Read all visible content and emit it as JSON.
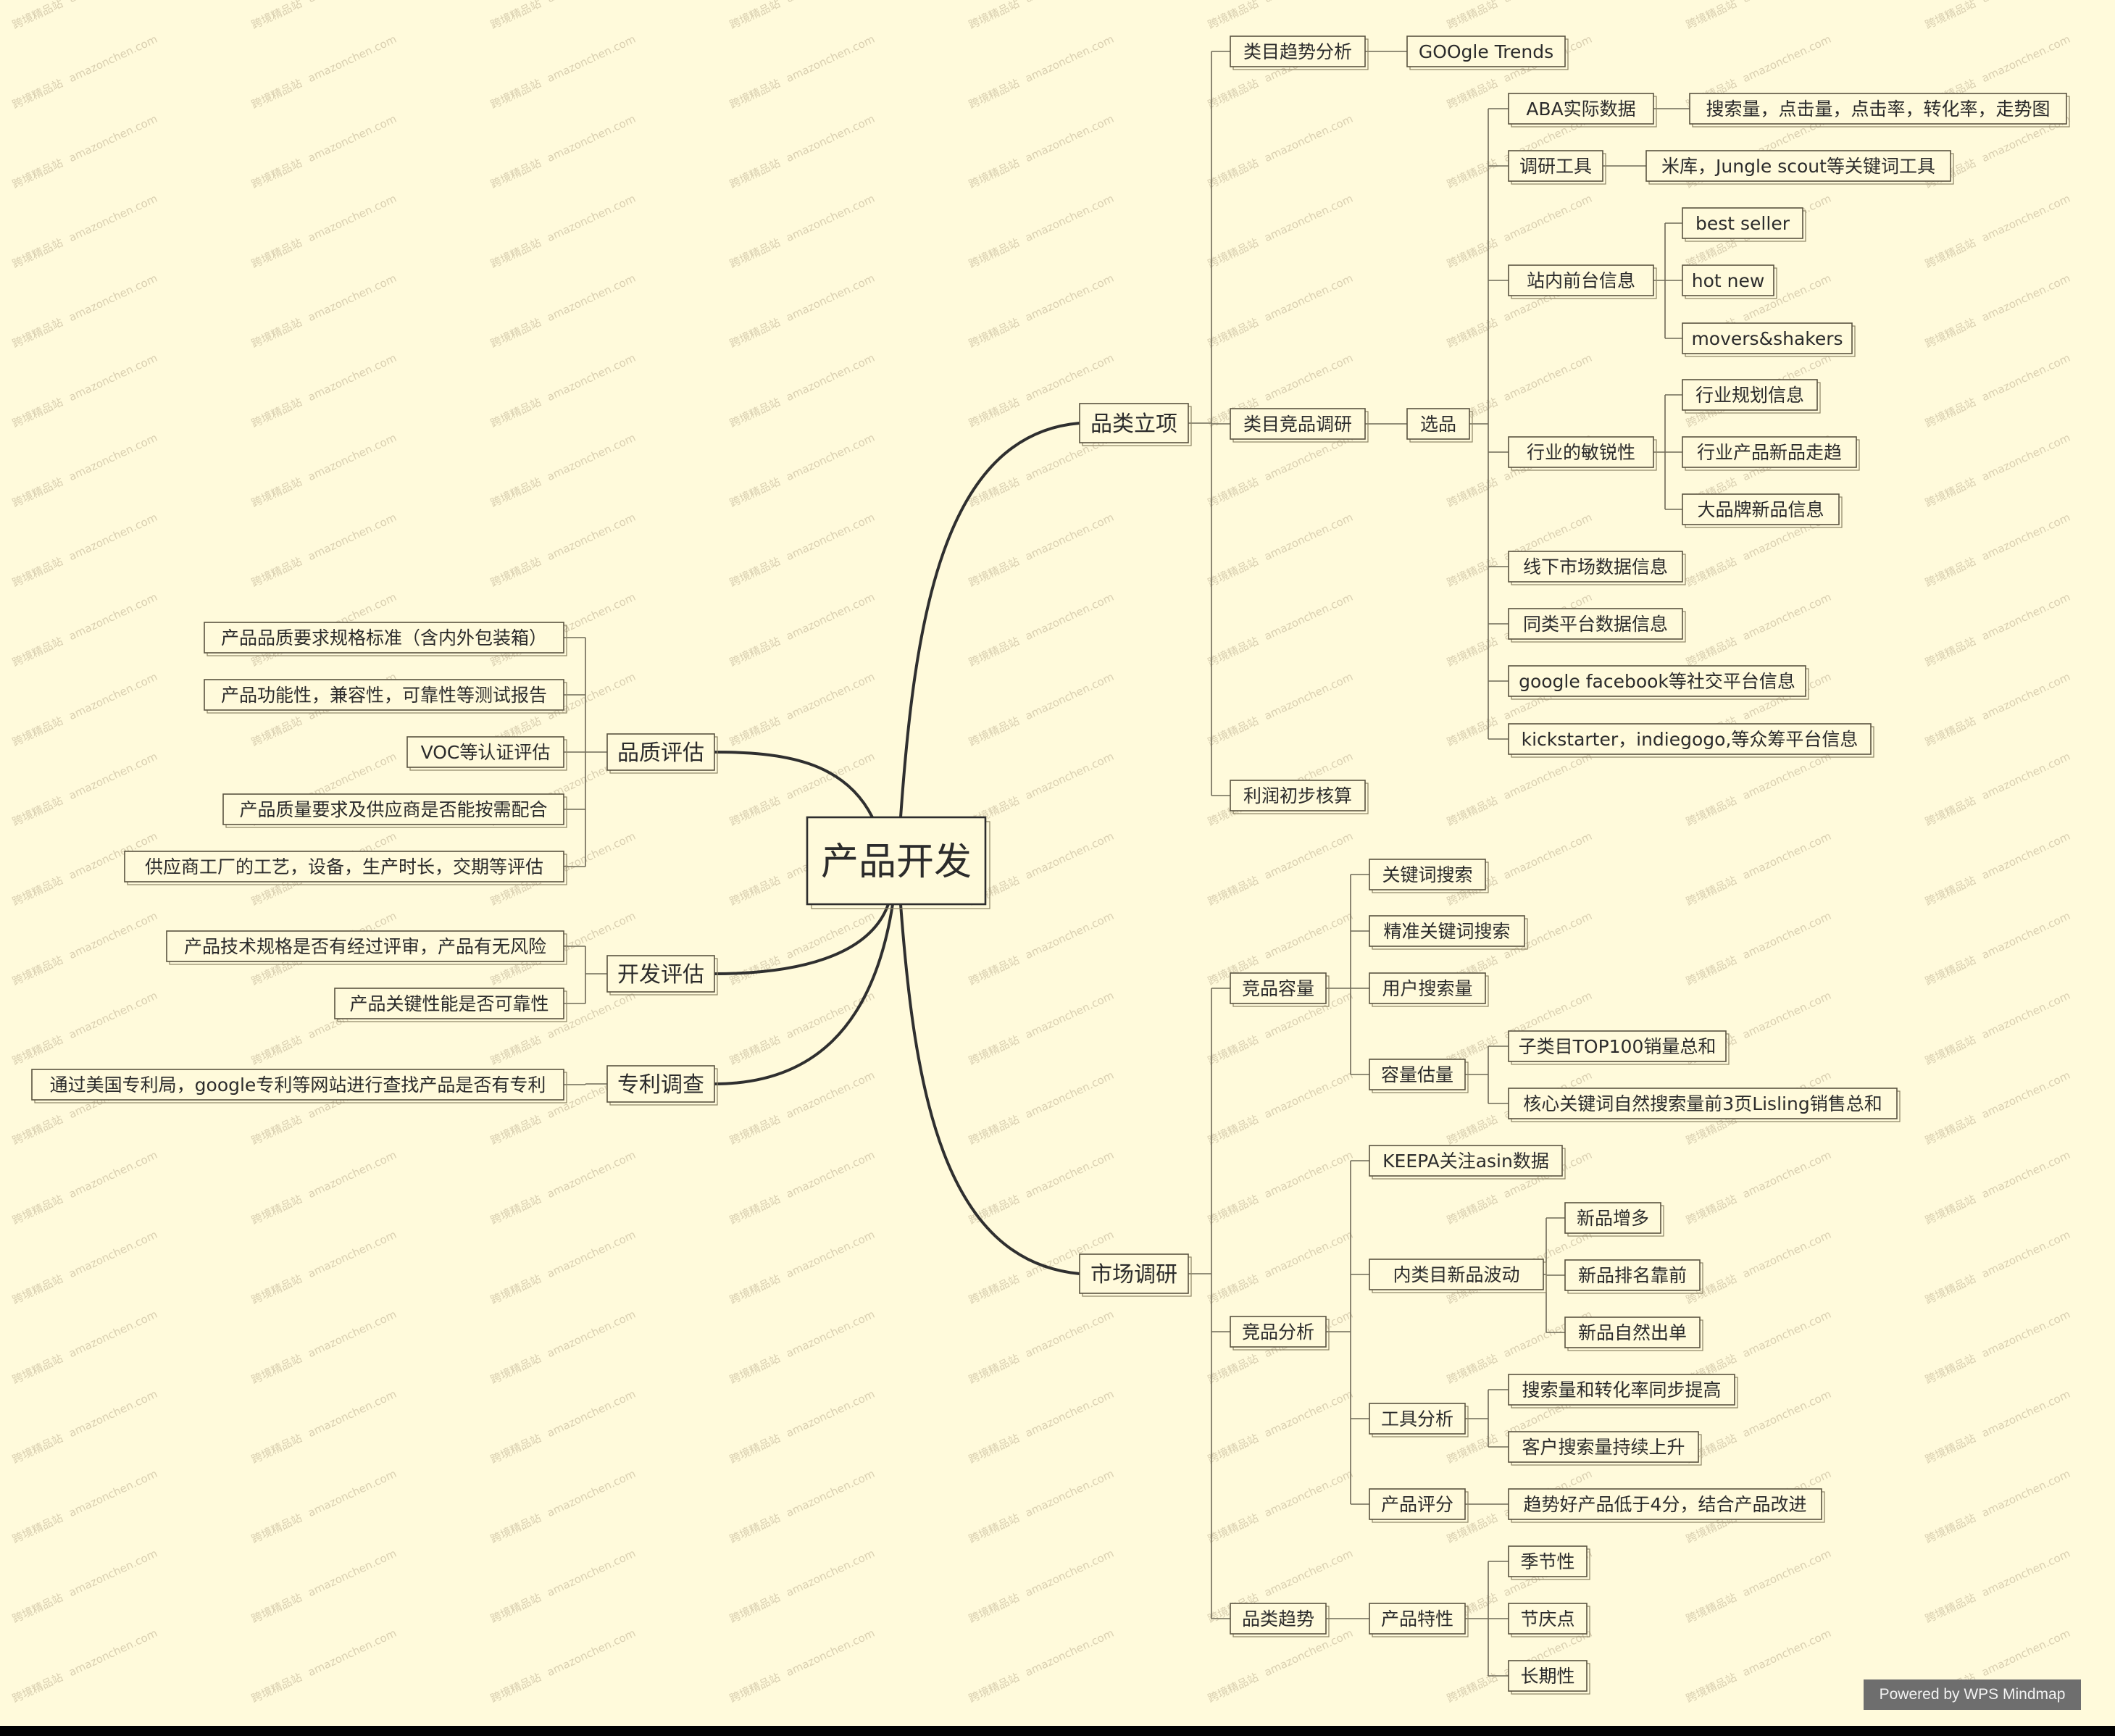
{
  "root": "产品开发",
  "nodes": {
    "pinlei_lixiang": "品类立项",
    "shichang_diaoyan": "市场调研",
    "pinzhi_pinggu": "品质评估",
    "kaifa_pinggu": "开发评估",
    "zhuanli_diaocha": "专利调查",
    "leimu_qushi": "类目趋势分析",
    "google_trends": "GOOgle Trends",
    "leimu_jingpin": "类目竞品调研",
    "xuanpin": "选品",
    "aba": "ABA实际数据",
    "aba_detail": "搜索量，点击量，点击率，转化率，走势图",
    "diaoyan_gongju": "调研工具",
    "diaoyan_gongju_detail": "米库，Jungle scout等关键词工具",
    "zhannei": "站内前台信息",
    "best_seller": "best seller",
    "hot_new": "hot new",
    "movers": "movers&shakers",
    "hangye": "行业的敏锐性",
    "hangye_guihua": "行业规划信息",
    "hangye_xinpin": "行业产品新品走趋",
    "dapinpai": "大品牌新品信息",
    "xianxia": "线下市场数据信息",
    "tonglei": "同类平台数据信息",
    "shejiao": "google facebook等社交平台信息",
    "zhongchou": "kickstarter，indiegogo,等众筹平台信息",
    "lirun": "利润初步核算",
    "jingpin_rongliang": "竞品容量",
    "guanjianci": "关键词搜索",
    "jingzhun": "精准关键词搜索",
    "yonghu_sousuo": "用户搜索量",
    "rongliang_guji": "容量估量",
    "top100": "子类目TOP100销量总和",
    "hexin": "核心关键词自然搜索量前3页Lisling销售总和",
    "jingpin_fenxi": "竞品分析",
    "keepa": "KEEPA关注asin数据",
    "neileimu": "内类目新品波动",
    "xinpin_zengduo": "新品增多",
    "xinpin_paiming": "新品排名靠前",
    "xinpin_chudan": "新品自然出单",
    "gongju_fenxi": "工具分析",
    "sousuo_zhuanhua": "搜索量和转化率同步提高",
    "kehu_sousuo": "客户搜索量持续上升",
    "chanpin_pingfen": "产品评分",
    "qushi_hao": "趋势好产品低于4分，结合产品改进",
    "pinlei_qushi": "品类趋势",
    "chanpin_texing": "产品特性",
    "jijiexing": "季节性",
    "jieqingdian": "节庆点",
    "changqixing": "长期性",
    "q1": "产品品质要求规格标准（含内外包装箱）",
    "q2": "产品功能性，兼容性，可靠性等测试报告",
    "q3": "VOC等认证评估",
    "q4": "产品质量要求及供应商是否能按需配合",
    "q5": "供应商工厂的工艺，设备，生产时长，交期等评估",
    "d1": "产品技术规格是否有经过评审，产品有无风险",
    "d2": "产品关键性能是否可靠性",
    "p1": "通过美国专利局，google专利等网站进行查找产品是否有专利"
  },
  "watermark": {
    "text1": "跨境精品站",
    "text2": "amazonchen.com"
  },
  "credit": "Powered by WPS Mindmap",
  "colors": {
    "background": "#fffadb",
    "line": "#2f2f2f",
    "credit_bg": "#6e6e6e"
  }
}
